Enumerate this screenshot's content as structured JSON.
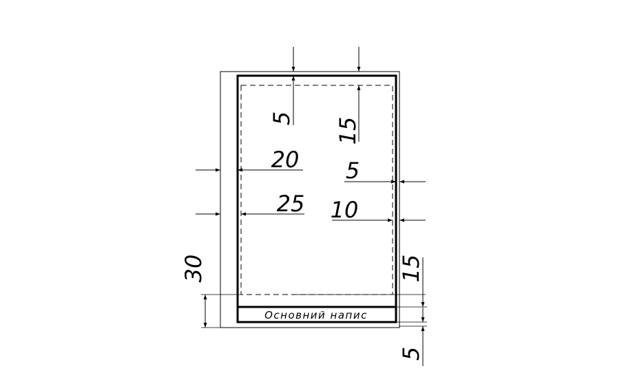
{
  "dimensions": {
    "top_inner": "5",
    "top_outer": "15",
    "left_frame": "20",
    "left_inner": "25",
    "right_frame": "5",
    "right_inner": "10",
    "bottom_inner": "15",
    "bottom_outer": "5",
    "title_block_height": "30"
  },
  "title_block": {
    "label": "Основний напис"
  }
}
